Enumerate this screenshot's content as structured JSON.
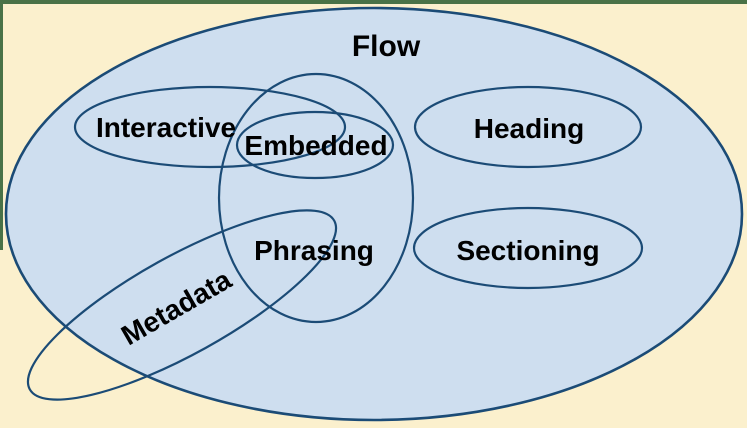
{
  "colors": {
    "background": "#fbf0cd",
    "frame_border": "#497247",
    "flow_fill": "#cedeef",
    "ellipse_stroke": "#1b4b76",
    "label": "#000000"
  },
  "diagram": {
    "type": "euler-venn",
    "sets": {
      "flow": {
        "label": "Flow"
      },
      "interactive": {
        "label": "Interactive"
      },
      "embedded": {
        "label": "Embedded"
      },
      "heading": {
        "label": "Heading"
      },
      "phrasing": {
        "label": "Phrasing"
      },
      "sectioning": {
        "label": "Sectioning"
      },
      "metadata": {
        "label": "Metadata"
      }
    }
  }
}
